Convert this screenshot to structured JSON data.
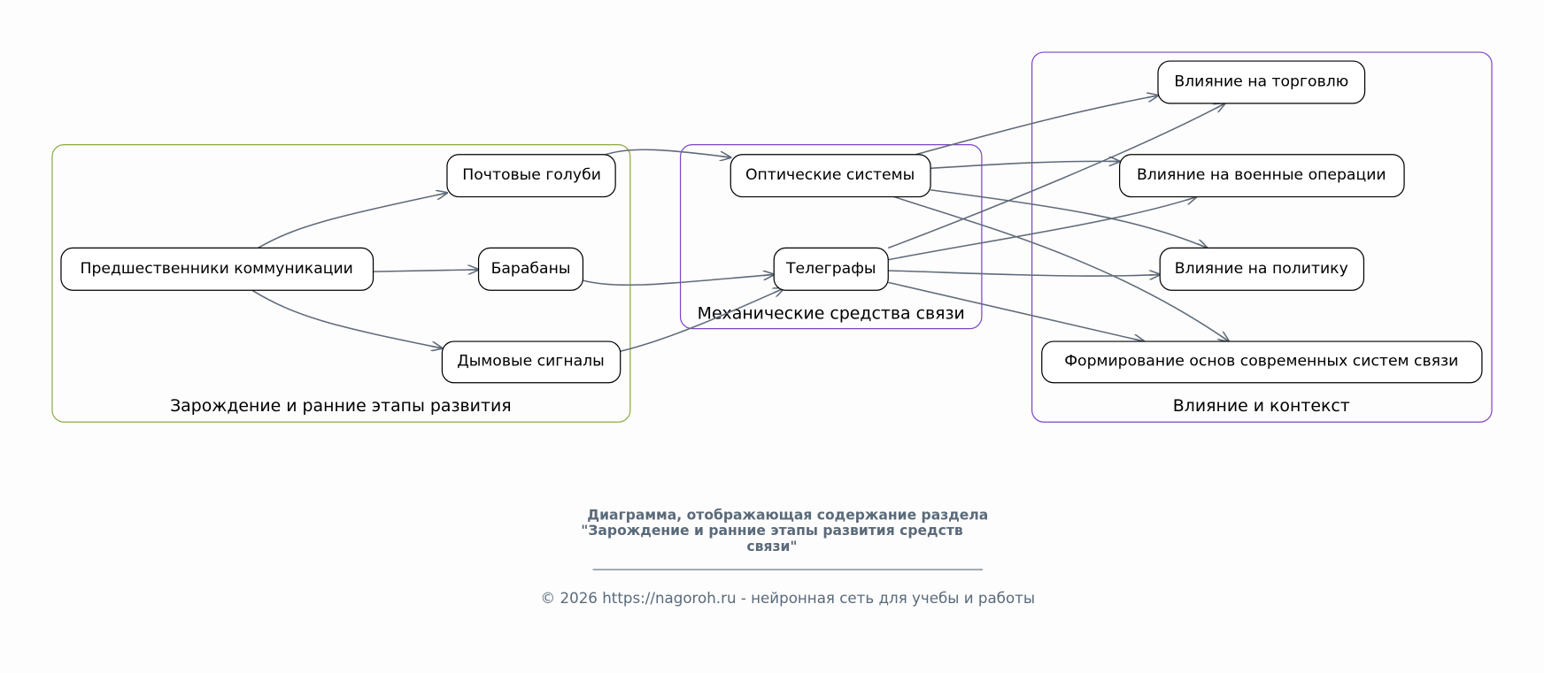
{
  "clusters": {
    "origins": {
      "label": "Зарождение и ранние этапы развития",
      "color": "#8aab45"
    },
    "mechanical": {
      "label": "Механические средства связи",
      "color": "#7d45c8"
    },
    "influence": {
      "label": "Влияние и контекст",
      "color": "#7d45c8"
    }
  },
  "nodes": {
    "predecessors": "Предшественники коммуникации",
    "pigeons": "Почтовые голуби",
    "drums": "Барабаны",
    "smoke": "Дымовые сигналы",
    "optical": "Оптические системы",
    "telegraphs": "Телеграфы",
    "trade": "Влияние на торговлю",
    "military": "Влияние на военные операции",
    "politics": "Влияние на политику",
    "modern": "Формирование основ современных систем связи"
  },
  "edges": [
    {
      "from": "predecessors",
      "to": "pigeons"
    },
    {
      "from": "predecessors",
      "to": "drums"
    },
    {
      "from": "predecessors",
      "to": "smoke"
    },
    {
      "from": "pigeons",
      "to": "optical"
    },
    {
      "from": "drums",
      "to": "telegraphs"
    },
    {
      "from": "smoke",
      "to": "telegraphs"
    },
    {
      "from": "optical",
      "to": "trade"
    },
    {
      "from": "optical",
      "to": "military"
    },
    {
      "from": "optical",
      "to": "politics"
    },
    {
      "from": "optical",
      "to": "modern"
    },
    {
      "from": "telegraphs",
      "to": "trade"
    },
    {
      "from": "telegraphs",
      "to": "military"
    },
    {
      "from": "telegraphs",
      "to": "politics"
    },
    {
      "from": "telegraphs",
      "to": "modern"
    }
  ],
  "footer": {
    "title_line1": "Диаграмма, отображающая содержание раздела",
    "title_line2": "\"Зарождение и ранние этапы развития средств",
    "title_line3": "связи\"",
    "copyright": "© 2026 https://nagoroh.ru - нейронная сеть для учебы и работы"
  }
}
